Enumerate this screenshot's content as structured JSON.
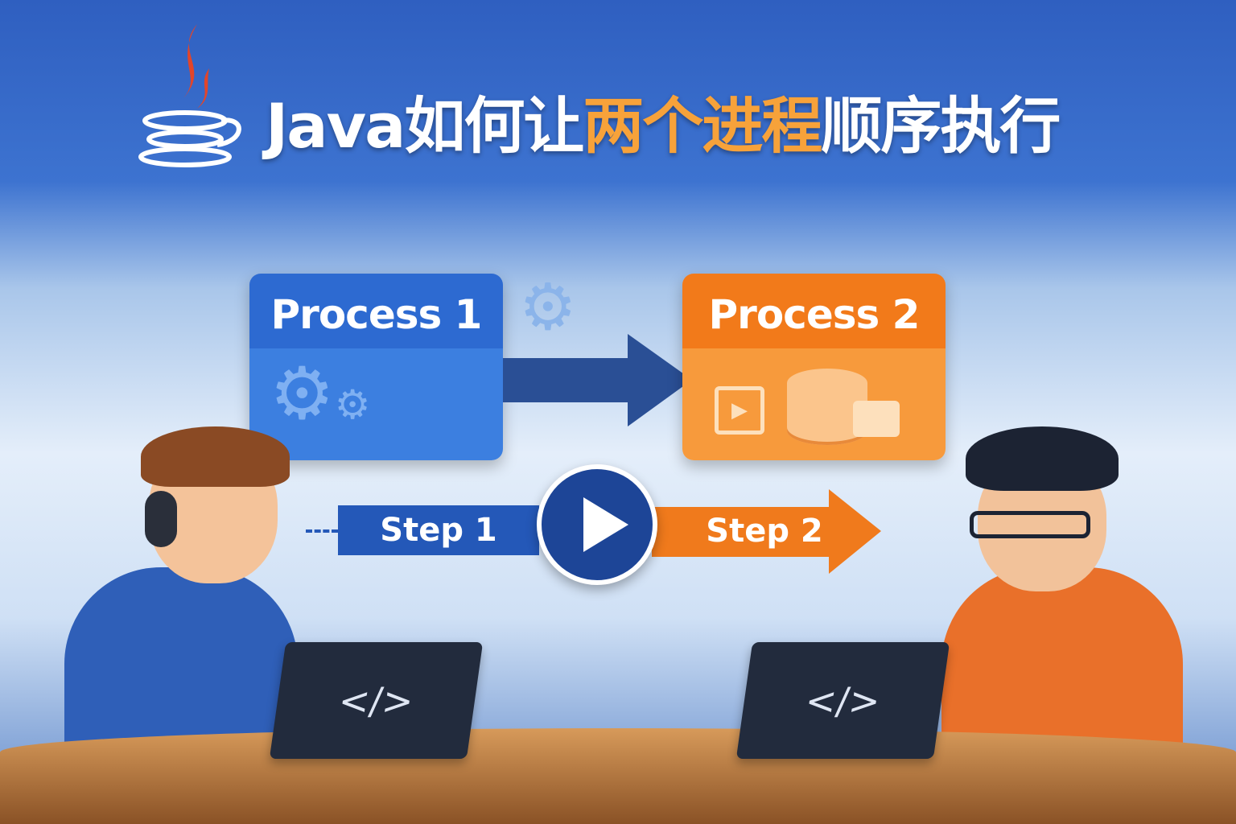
{
  "title": {
    "prefix": "Java如何让",
    "highlight": "两个进程",
    "suffix": "顺序执行"
  },
  "process1": {
    "label": "Process 1",
    "icon": "gears-icon"
  },
  "process2": {
    "label": "Process 2",
    "icons": [
      "calendar-play-icon",
      "database-icon"
    ]
  },
  "steps": {
    "step1": "Step 1",
    "step2": "Step 2",
    "play_icon": "play-icon"
  },
  "laptops": {
    "left_code": "</>",
    "right_code": "</>"
  },
  "colors": {
    "blue": "#2d6ad1",
    "orange": "#f27a1a",
    "title_highlight": "#f7a23a"
  }
}
